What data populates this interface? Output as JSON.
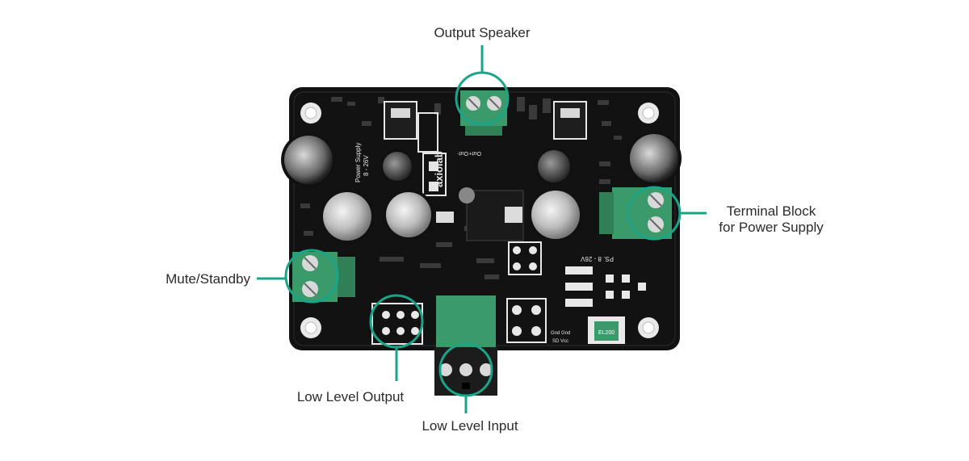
{
  "callouts": {
    "output_speaker": "Output Speaker",
    "terminal_block_line1": "Terminal Block",
    "terminal_block_line2": "for Power Supply",
    "mute_standby": "Mute/Standby",
    "low_level_output": "Low Level Output",
    "low_level_input": "Low Level Input"
  },
  "board": {
    "silkscreen": {
      "brand": "axiolab",
      "power_label": "Power Supply",
      "power_range": "8 - 26V",
      "ps_label": "PS. 8 - 26V",
      "out_plus": "Out+",
      "out_minus": "Out-",
      "gnd_label": "Gnd Gnd",
      "sd_label": "SD Vcc",
      "fuse": "EL200"
    }
  },
  "colors": {
    "accent": "#1aa589",
    "pcb": "#121212",
    "terminal_green": "#3b9a6a",
    "label_text": "#2b2b2b"
  }
}
